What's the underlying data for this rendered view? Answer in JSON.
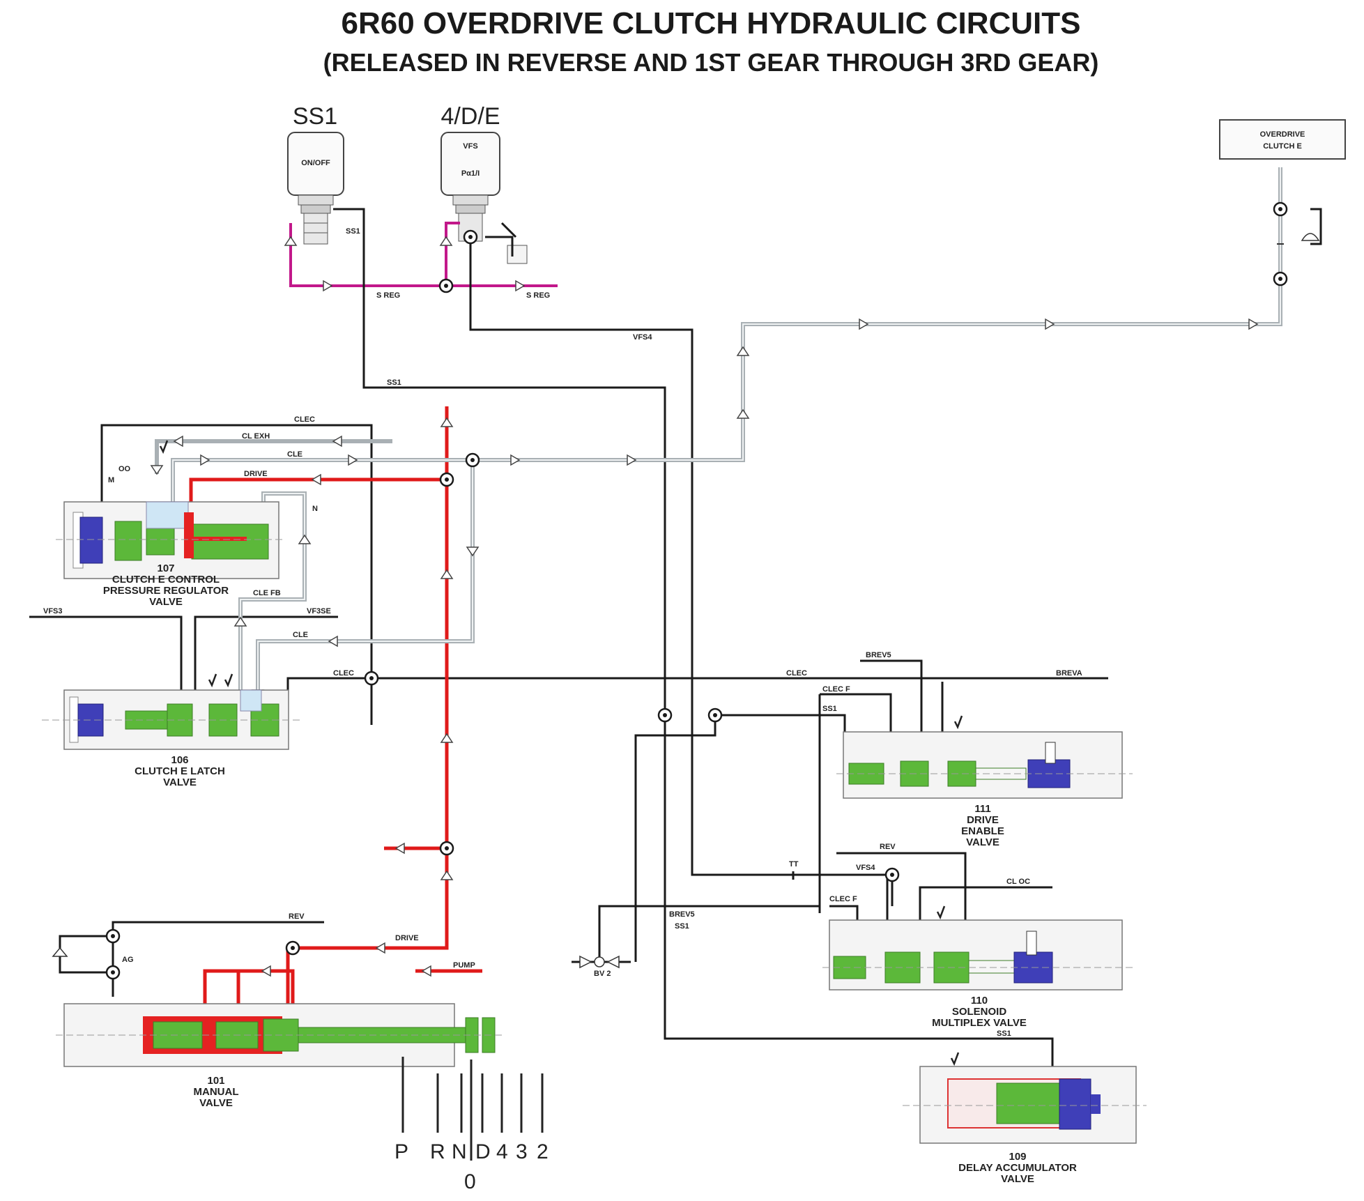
{
  "title": {
    "line1": "6R60 OVERDRIVE CLUTCH HYDRAULIC CIRCUITS",
    "line2": "(RELEASED IN REVERSE AND 1ST GEAR THROUGH 3RD GEAR)"
  },
  "solenoids": {
    "ss1": {
      "name": "SS1",
      "body_label": "ON/OFF"
    },
    "vfs": {
      "name": "4/D/E",
      "body_label_1": "VFS",
      "body_label_2": "Pα1/I"
    }
  },
  "clutch_box": {
    "line1": "OVERDRIVE",
    "line2": "CLUTCH E"
  },
  "line_labels": {
    "ss1_a": "SS1",
    "sreg_left": "S REG",
    "sreg_right": "S REG",
    "vfs4_top": "VFS4",
    "ss1_mid": "SS1",
    "clec_top": "CLEC",
    "cl_exh": "CL EXH",
    "cle_top": "CLE",
    "drive_top": "DRIVE",
    "m_mark": "M",
    "oo_mark": "OO",
    "n_mark": "N",
    "vfs3": "VFS3",
    "vf3se": "VF3SE",
    "cle_fb": "CLE FB",
    "cle_mid": "CLE",
    "clec_mid": "CLEC",
    "clec_right": "CLEC",
    "brev5_top": "BREV5",
    "breva": "BREVA",
    "clec_f_top": "CLEC F",
    "ss1_right": "SS1",
    "rev_mid": "REV",
    "tt": "TT",
    "vfs4_mid": "VFS4",
    "cl_oc": "CL OC",
    "clec_f_mid": "CLEC F",
    "brev5_mid": "BREV5",
    "ss1_brev": "SS1",
    "bv2": "BV 2",
    "rev_bottom": "REV",
    "ag": "AG",
    "drive_bottom": "DRIVE",
    "pump": "PUMP",
    "ss1_bottom": "SS1"
  },
  "valves": {
    "v107": {
      "num": "107",
      "l1": "CLUTCH E CONTROL",
      "l2": "PRESSURE REGULATOR",
      "l3": "VALVE"
    },
    "v106": {
      "num": "106",
      "l1": "CLUTCH E LATCH",
      "l2": "VALVE"
    },
    "v111": {
      "num": "111",
      "l1": "DRIVE",
      "l2": "ENABLE",
      "l3": "VALVE"
    },
    "v110": {
      "num": "110",
      "l1": "SOLENOID",
      "l2": "MULTIPLEX VALVE"
    },
    "v101": {
      "num": "101",
      "l1": "MANUAL",
      "l2": "VALVE"
    },
    "v109": {
      "num": "109",
      "l1": "DELAY ACCUMULATOR",
      "l2": "VALVE"
    }
  },
  "selector": {
    "positions": [
      "P",
      "R",
      "N",
      "D",
      "4",
      "3",
      "2"
    ],
    "neutral_mark": "0"
  },
  "colors": {
    "exhaust_black": "#1a1a1a",
    "solenoid_regulator_magenta": "#c2188a",
    "drive_line_red": "#e01a1a",
    "clutch_apply_gray": "#a9b0b4",
    "spool_green": "#5cb83a",
    "plug_blue": "#3f3fb8"
  }
}
